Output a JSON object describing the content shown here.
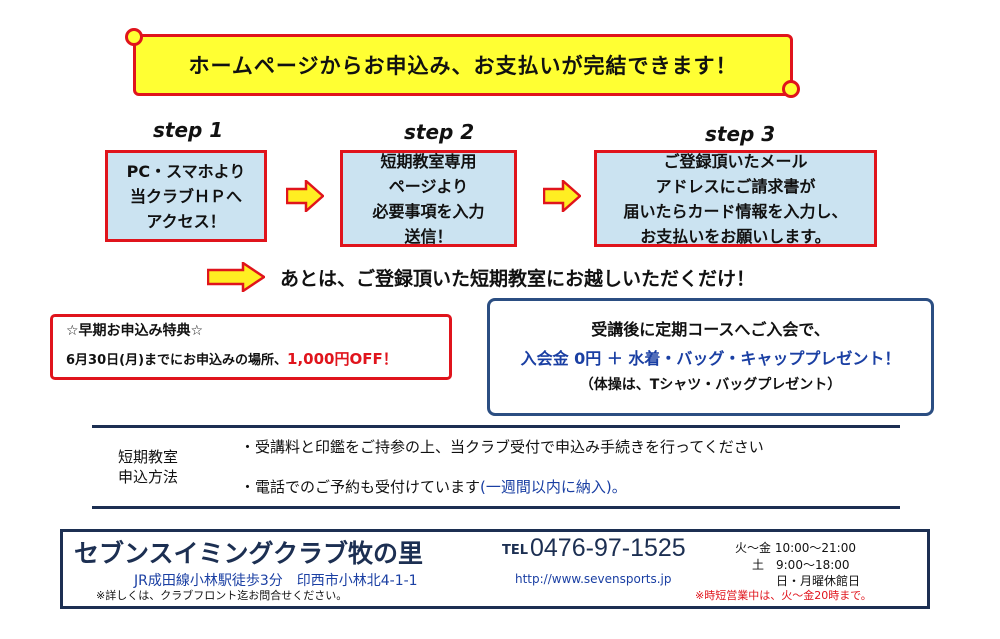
{
  "banner": {
    "text": "ホームページからお申込み、お支払いが完結できます！"
  },
  "steps": [
    {
      "label": "step 1",
      "lines": [
        "PC・スマホより",
        "当クラブＨＰへ",
        "アクセス！"
      ]
    },
    {
      "label": "step 2",
      "lines": [
        "短期教室専用",
        "ページより",
        "必要事項を入力",
        "送信！"
      ]
    },
    {
      "label": "step 3",
      "lines": [
        "ご登録頂いたメール",
        "アドレスにご請求書が",
        "届いたらカード情報を入力し、",
        "お支払いをお願いします。"
      ]
    }
  ],
  "final_line": "あとは、ご登録頂いた短期教室にお越しいただくだけ！",
  "early": {
    "title": "☆早期お申込み特典☆",
    "body": "6月30日(月)までにお申込みの場所、",
    "discount": "1,000円OFF！"
  },
  "enroll": {
    "line1": "受講後に定期コースへご入会で、",
    "line2": "入会金 0円 ＋ 水着・バッグ・キャッププレゼント！",
    "line3": "（体操は、Tシャツ・バッグプレゼント）"
  },
  "method": {
    "label_line1": "短期教室",
    "label_line2": "申込方法",
    "item1": "・受講料と印鑑をご持参の上、当クラブ受付で申込み手続きを行ってください",
    "item2_prefix": "・電話でのご予約も受付けています",
    "item2_suffix": "(一週間以内に納入)。"
  },
  "footer": {
    "club_name": "セブンスイミングクラブ牧の里",
    "tel_label": "TEL",
    "tel": "0476-97-1525",
    "hours1": "火～金 10:00～21:00",
    "hours2": "土　9:00～18:00",
    "closed": "日・月曜休館日",
    "access": "JR成田線小林駅徒歩3分　印西市小林北4-1-1",
    "url": "http://www.sevensports.jp",
    "note": "※詳しくは、クラブフロント迄お問合せください。",
    "short_hours": "※時短営業中は、火～金20時まで。"
  },
  "colors": {
    "accent_red": "#e0141c",
    "banner_yellow": "#ffff33",
    "card_blue": "#cbe3f1",
    "navy": "#1c2f52",
    "text_blue": "#1a3fa3"
  }
}
